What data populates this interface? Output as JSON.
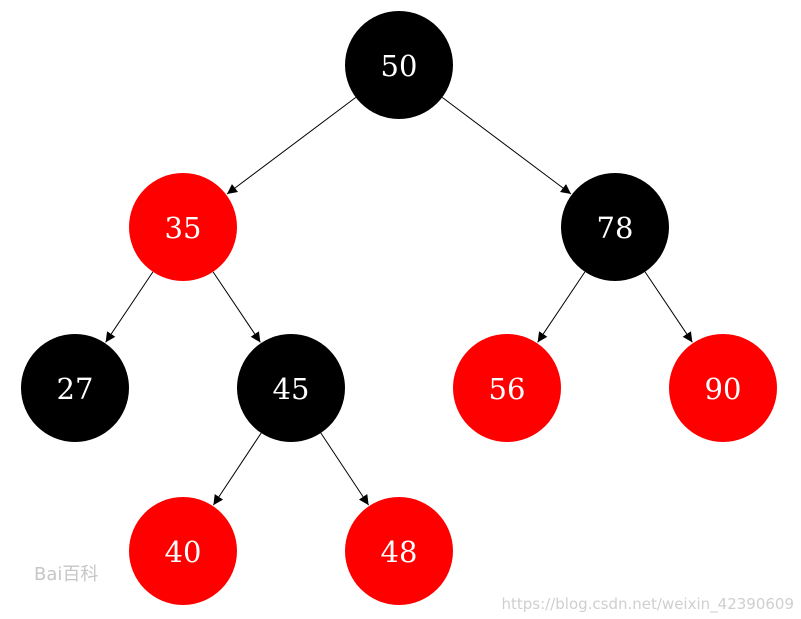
{
  "tree": {
    "nodes": [
      {
        "id": "n50",
        "label": "50",
        "color": "#000000"
      },
      {
        "id": "n35",
        "label": "35",
        "color": "#ff0000"
      },
      {
        "id": "n78",
        "label": "78",
        "color": "#000000"
      },
      {
        "id": "n27",
        "label": "27",
        "color": "#000000"
      },
      {
        "id": "n45",
        "label": "45",
        "color": "#000000"
      },
      {
        "id": "n56",
        "label": "56",
        "color": "#ff0000"
      },
      {
        "id": "n90",
        "label": "90",
        "color": "#ff0000"
      },
      {
        "id": "n40",
        "label": "40",
        "color": "#ff0000"
      },
      {
        "id": "n48",
        "label": "48",
        "color": "#ff0000"
      }
    ],
    "edges": [
      [
        "n50",
        "n35"
      ],
      [
        "n50",
        "n78"
      ],
      [
        "n35",
        "n27"
      ],
      [
        "n35",
        "n45"
      ],
      [
        "n78",
        "n56"
      ],
      [
        "n78",
        "n90"
      ],
      [
        "n45",
        "n40"
      ],
      [
        "n45",
        "n48"
      ]
    ]
  },
  "watermark": {
    "logo_text": "Bai百科",
    "url_text": "https://blog.csdn.net/weixin_42390609"
  }
}
